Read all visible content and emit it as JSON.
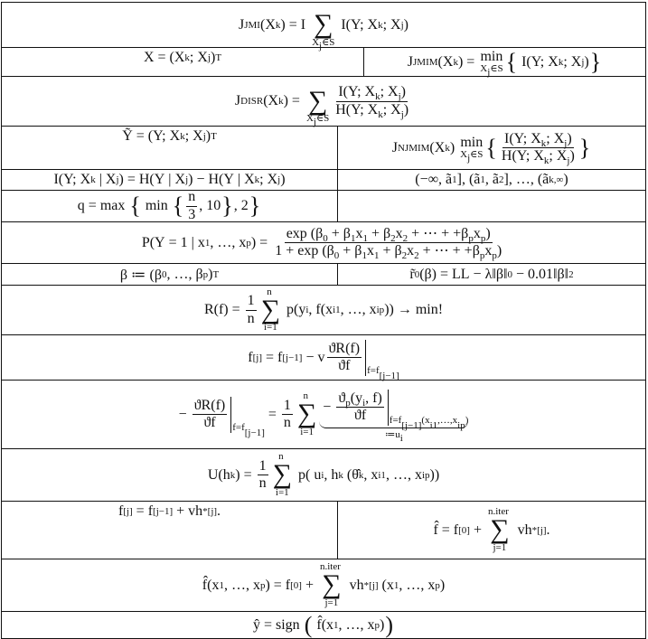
{
  "formulas": {
    "jmi": "J_{JMI}(X_k) = I \\sum{X_j∈S}{} I(Y; X_k; X_j)",
    "x_def": "X = (X_k; X_j)^T",
    "jmim": "J_{JMIM}(X_k) = \\op{min}{X_j∈S}\\lb I(Y; X_k; X_j)\\rb",
    "disr": "J_{DISR}(X_k) = \\sum{X_j∈S}{}\\frac{I(Y; X_k; X_j)}{H(Y; X_k; X_j)}",
    "y_tilde": "Ỹ = (Y; X_k; X_j)^T",
    "njmim": "J_{NJMIM}(X_k) \\op{min}{X_j∈S}\\lb\\frac{I(Y; X_k; X_j)}{H(Y; X_k; X_j)}\\rb",
    "cond_mi": "I(Y; X_k | X_j) = H(Y | X_j) − H(Y | X_k; X_j)",
    "intervals": "(−∞, ã_1], (ã_1, ã_2], …, (ã_{k,∞})",
    "q_def": "q = max \\lb min \\lb\\frac{n}{3}, 10\\rb, 2\\rb",
    "logistic": "P(Y = 1 | x_1, …, x_p) = \\frac{exp (β_0 + β_1x_1 + β_2x_2 + ⋯ + +β_px_p)}{1 + exp (β_0 + β_1x_1 + β_2x_2 + ⋯ + +β_px_p)}",
    "beta_def": "β ≔ (β_0, …, β_p)^T",
    "r0": "r̃_0(β) = LL − λ‖β‖_0 − 0.01‖β‖_2",
    "risk": "R(f) = \\frac{1}{n}\\sum{i=1}{n} p(y_i, f(x_{i1}, …, x_{ip})) → min!",
    "grad_step": "f^{[j]} = f^{[j−1]} − v\\frac{ϑR(f)}{ϑf}\\at{f=f^{[j−1]}}",
    "neg_grad": "− \\frac{ϑR(f)}{ϑf}\\at{f=f^{[j−1]}} = \\frac{1}{n}\\sum{i=1}{n}\\ub{ − \\frac{ϑ_p(y_i, f)}{ϑf}\\at{f=f^{[j−1]}(x_{i1},…,x_{ip})}}{≔u_i}",
    "u_hk": "U(h_k) = \\frac{1}{n}\\sum{i=1}{n} p( u_i, h_k (θ̂_k, x_{i1}, …, x_{ip}))",
    "update": "f^{[j]} = f^{[j−1]} + vh_*^{[j]}.",
    "f_hat": "f̂ = f^{[0]} + \\sum{j=1}{n.iter} vh_*^{[j]}.",
    "f_hat_x": "f̂(x_1, …, x_p) = f^{[0]} + \\sum{j=1}{n.iter} vh_*^{[j]} (x_1, …, x_p)",
    "y_hat": "ŷ = sign \\lp f̂(x_1, …, x_p)\\rp"
  }
}
